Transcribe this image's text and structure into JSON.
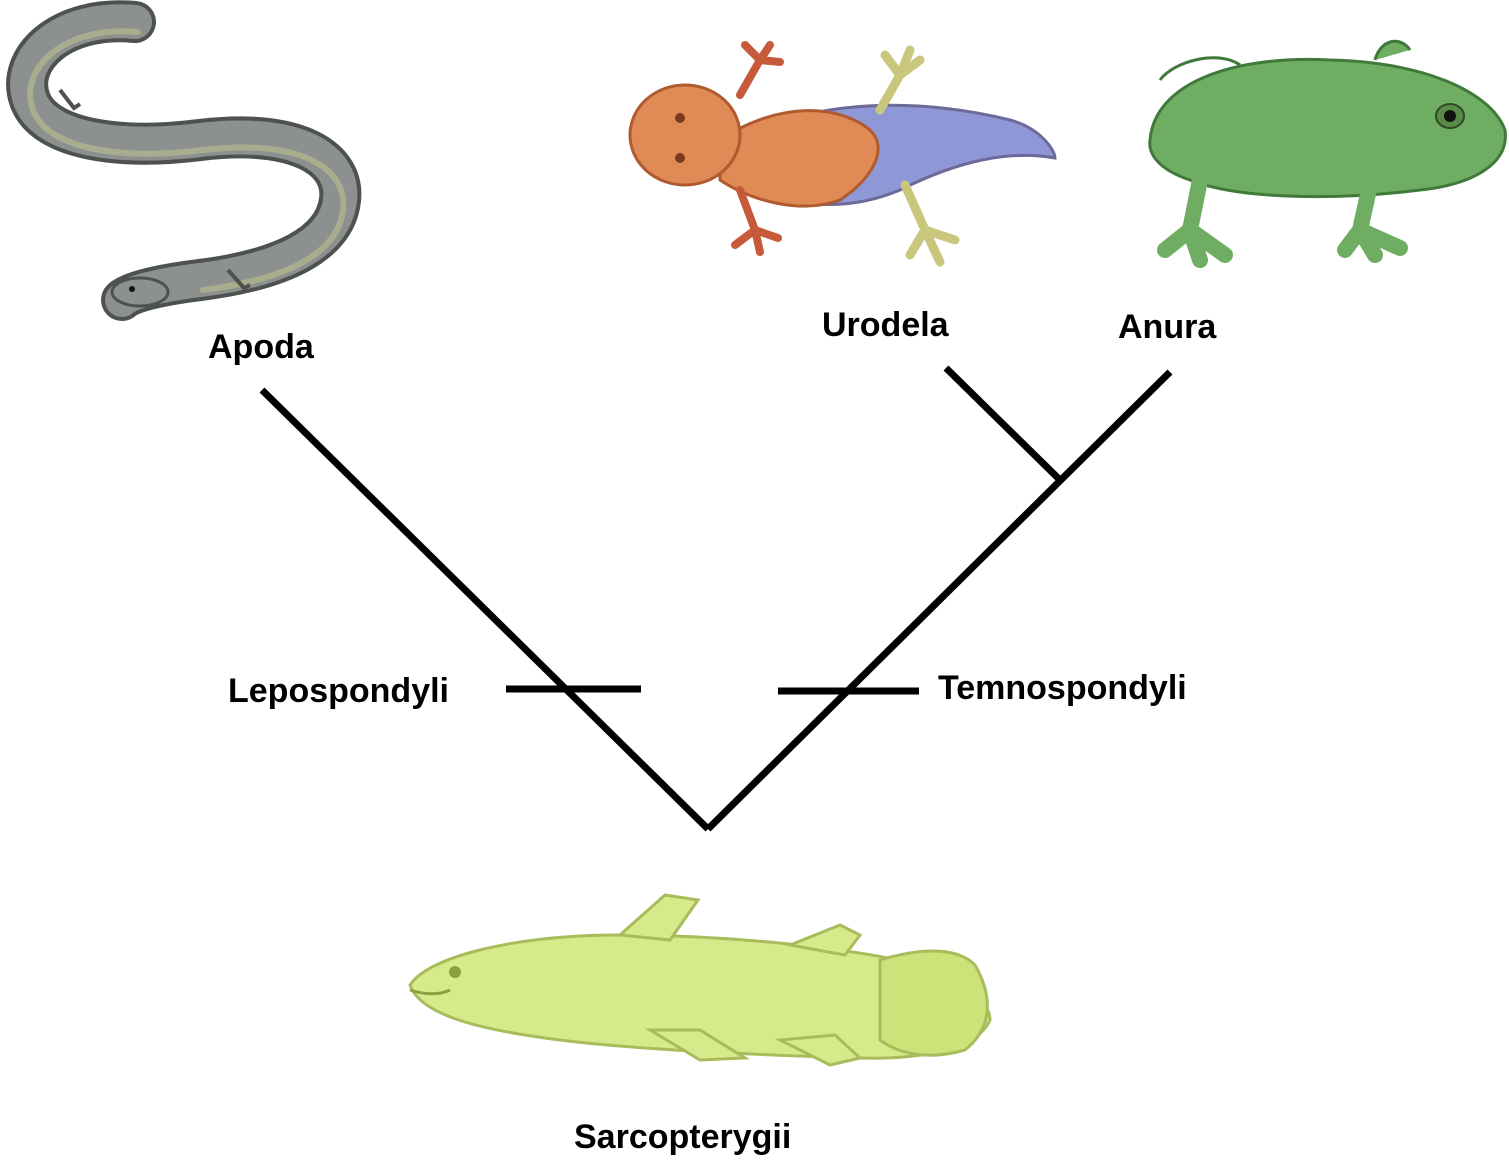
{
  "taxa": {
    "apoda": "Apoda",
    "urodela": "Urodela",
    "anura": "Anura",
    "sarcopterygii": "Sarcopterygii"
  },
  "clades": {
    "lepospondyli": "Lepospondyli",
    "temnospondyli": "Temnospondyli"
  },
  "illustrations": {
    "apoda": "caecilian-illustration",
    "urodela": "salamander-illustration",
    "anura": "frog-illustration",
    "sarcopterygii": "coelacanth-illustration"
  },
  "colors": {
    "branch": "#000000",
    "caecilian": "#8c9190",
    "salamander_body": "#e08a55",
    "salamander_tail": "#8e98d6",
    "frog": "#6fae62",
    "coelacanth": "#d6ea8c"
  }
}
